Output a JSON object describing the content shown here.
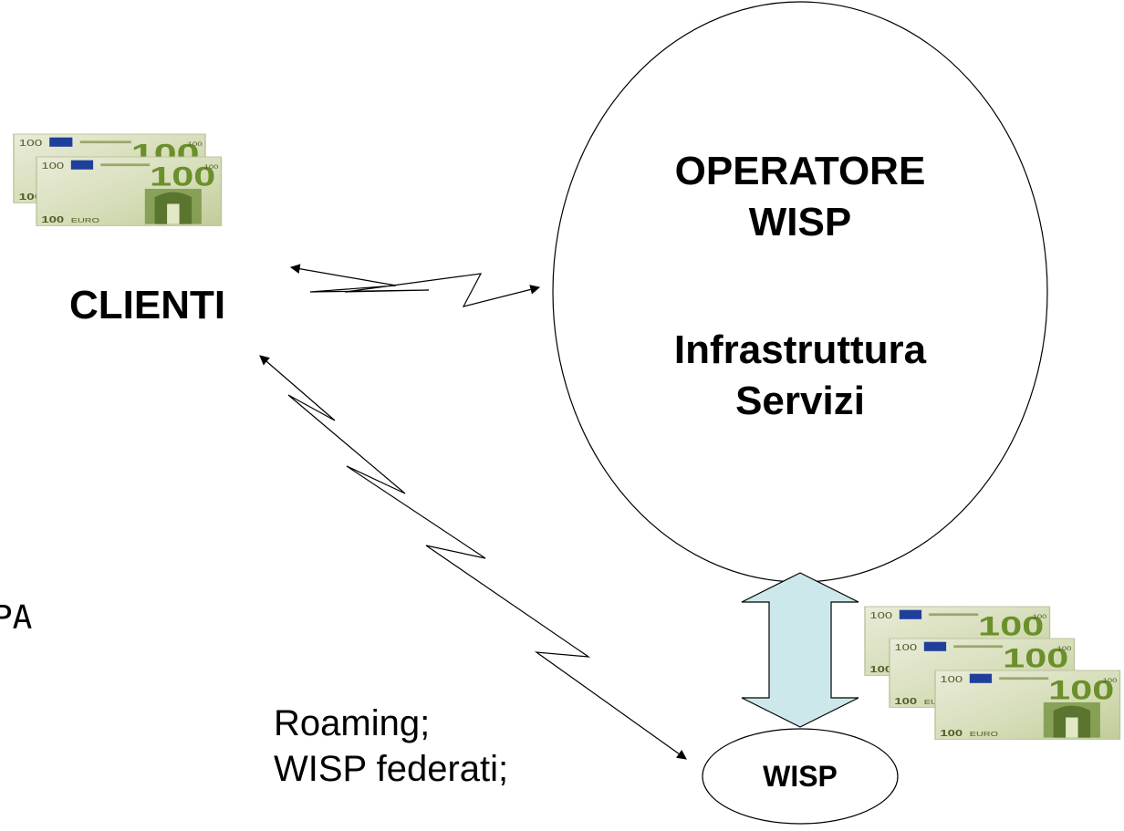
{
  "operator_node": {
    "title_line1": "OPERATORE",
    "title_line2": "WISP",
    "sub_line1": "Infrastruttura",
    "sub_line2": "Servizi"
  },
  "clients_node": {
    "label": "CLIENTI"
  },
  "wisp_node": {
    "label": "WISP"
  },
  "roaming_note": {
    "line1": "Roaming;",
    "line2": "WISP federati;"
  },
  "edge_fragment": {
    "label": "PA"
  },
  "colors": {
    "double_arrow_fill": "#cde8eb",
    "banknote_green": "#7a9a42",
    "stroke": "#000000"
  },
  "icons": [
    "banknote-stack-icon",
    "banknote-stack-icon"
  ]
}
